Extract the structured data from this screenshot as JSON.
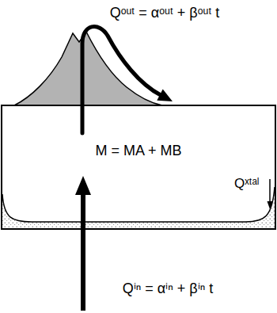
{
  "diagram": {
    "nodes": [
      {
        "text": [
          "M = MA + MB"
        ]
      }
    ],
    "labels": [
      "Qᵒᵘᵗ = αᵒᵘᵗ + βᵒᵘᵗ t",
      "Qˣᵗᵃˡ",
      "Qⁱⁿ = αⁱⁿ + βⁱⁿ t"
    ]
  }
}
